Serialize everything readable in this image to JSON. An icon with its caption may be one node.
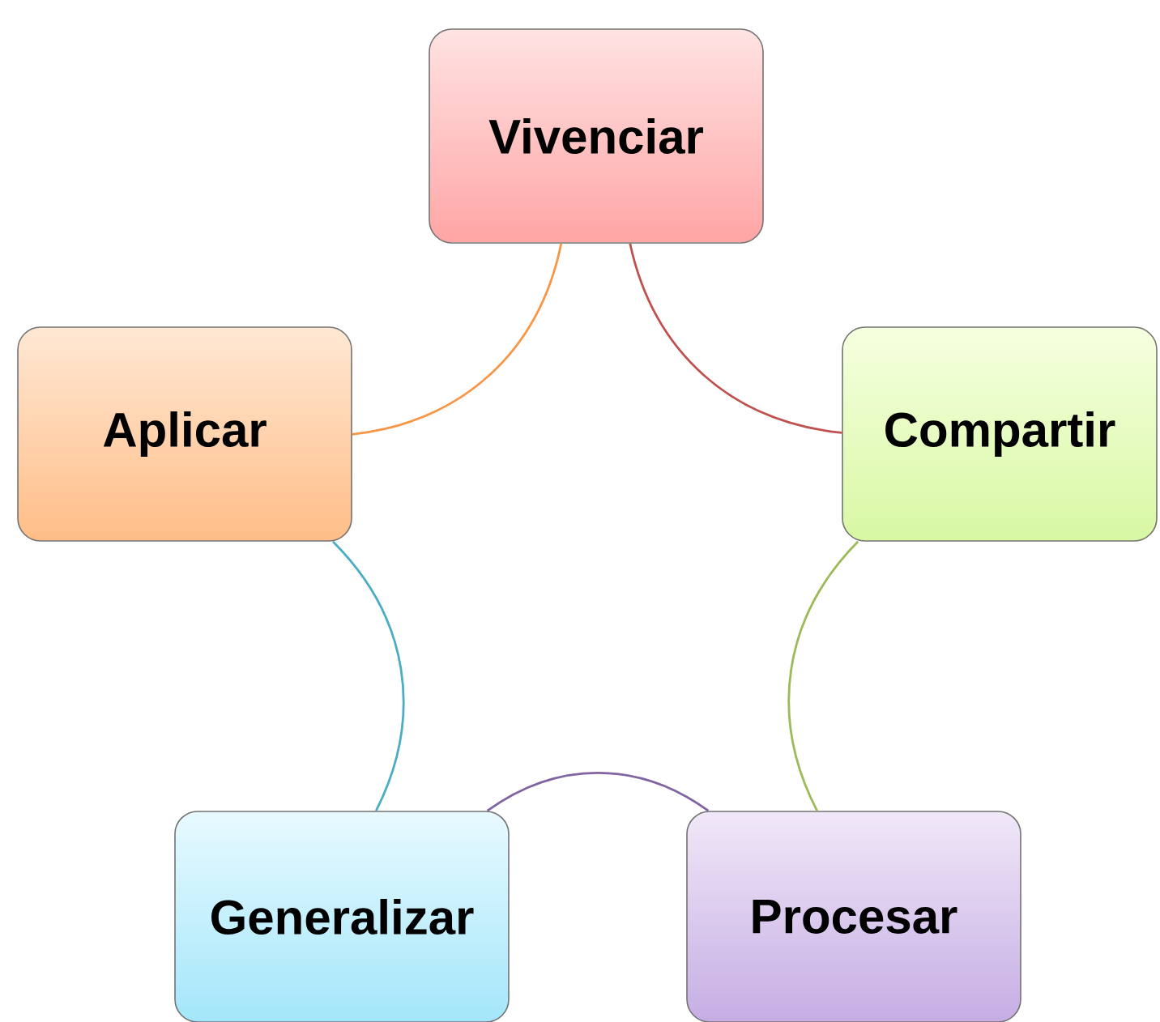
{
  "diagram": {
    "nodes": [
      {
        "text": [
          "Vivenciar"
        ]
      },
      {
        "text": [
          "Compartir"
        ]
      },
      {
        "text": [
          "Procesar"
        ]
      },
      {
        "text": [
          "Generalizar"
        ]
      },
      {
        "text": [
          "Aplicar"
        ]
      }
    ],
    "edges": [
      {
        "from": 0,
        "to": 1,
        "arrow": "none",
        "color": "#c0504d"
      },
      {
        "from": 1,
        "to": 2,
        "arrow": "none",
        "color": "#9bbb59"
      },
      {
        "from": 2,
        "to": 3,
        "arrow": "none",
        "color": "#8064a2"
      },
      {
        "from": 3,
        "to": 4,
        "arrow": "none",
        "color": "#4bacc6"
      },
      {
        "from": 4,
        "to": 0,
        "arrow": "none",
        "color": "#f79646"
      }
    ]
  }
}
